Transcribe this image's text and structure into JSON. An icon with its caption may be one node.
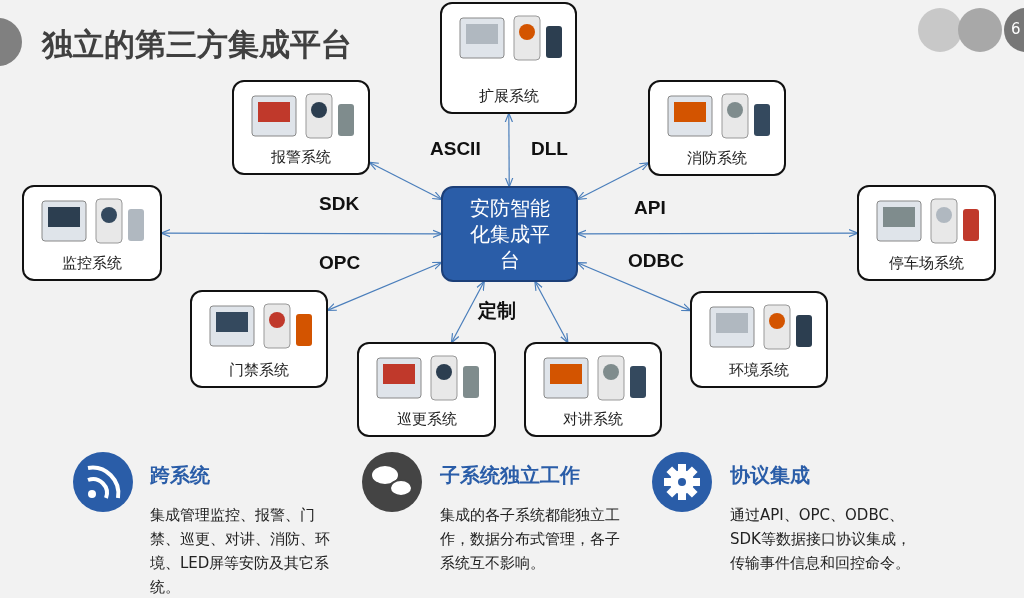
{
  "diagram": {
    "title": "独立的第三方集成平台",
    "nodes": [
      {
        "text": [
          "安防智能化集成平台"
        ]
      },
      {
        "text": [
          "扩展系统"
        ]
      },
      {
        "text": [
          "报警系统"
        ]
      },
      {
        "text": [
          "消防系统"
        ]
      },
      {
        "text": [
          "监控系统"
        ]
      },
      {
        "text": [
          "停车场系统"
        ]
      },
      {
        "text": [
          "门禁系统"
        ]
      },
      {
        "text": [
          "环境系统"
        ]
      },
      {
        "text": [
          "巡更系统"
        ]
      },
      {
        "text": [
          "对讲系统"
        ]
      }
    ],
    "edges": [
      {
        "from": 0,
        "to": 1,
        "arrow": "both"
      },
      {
        "from": 0,
        "to": 2,
        "arrow": "both"
      },
      {
        "from": 0,
        "to": 3,
        "arrow": "both"
      },
      {
        "from": 0,
        "to": 4,
        "arrow": "both"
      },
      {
        "from": 0,
        "to": 5,
        "arrow": "both"
      },
      {
        "from": 0,
        "to": 6,
        "arrow": "both"
      },
      {
        "from": 0,
        "to": 7,
        "arrow": "both"
      },
      {
        "from": 0,
        "to": 8,
        "arrow": "both"
      },
      {
        "from": 0,
        "to": 9,
        "arrow": "both"
      }
    ],
    "labels": [
      "6",
      "ASCII",
      "DLL",
      "SDK",
      "API",
      "OPC",
      "ODBC",
      "定制",
      "跨系统",
      "集成管理监控、报警、门禁、巡更、对讲、消防、环境、LED屏等安防及其它系统。",
      "子系统独立工作",
      "集成的各子系统都能独立工作，数据分布式管理，各子系统互不影响。",
      "协议集成",
      "通过API、OPC、ODBC、SDK等数据接口协议集成，传输事件信息和回控命令。"
    ]
  }
}
